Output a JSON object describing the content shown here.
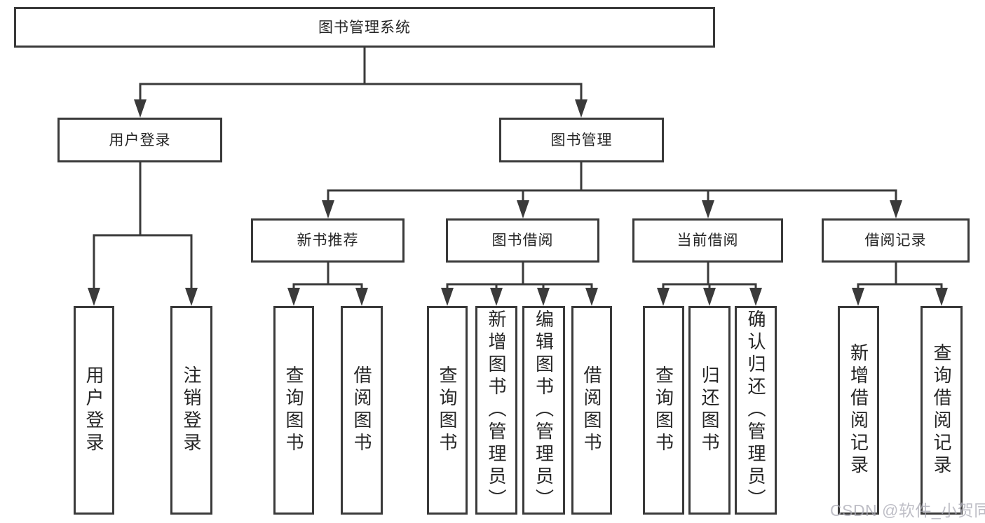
{
  "diagram": {
    "root": {
      "label": "图书管理系统",
      "children": [
        {
          "label": "用户登录",
          "children": [
            {
              "label": "用户登录"
            },
            {
              "label": "注销登录"
            }
          ]
        },
        {
          "label": "图书管理",
          "children": [
            {
              "label": "新书推荐",
              "children": [
                {
                  "label": "查询图书"
                },
                {
                  "label": "借阅图书"
                }
              ]
            },
            {
              "label": "图书借阅",
              "children": [
                {
                  "label": "查询图书"
                },
                {
                  "label": "新增图书（管理员）"
                },
                {
                  "label": "编辑图书（管理员）"
                },
                {
                  "label": "借阅图书"
                }
              ]
            },
            {
              "label": "当前借阅",
              "children": [
                {
                  "label": "查询图书"
                },
                {
                  "label": "归还图书"
                },
                {
                  "label": "确认归还（管理员）"
                }
              ]
            },
            {
              "label": "借阅记录",
              "children": [
                {
                  "label": "新增借阅记录"
                },
                {
                  "label": "查询借阅记录"
                }
              ]
            }
          ]
        }
      ]
    }
  },
  "watermark": {
    "text": "CSDN @软件_小贺同学"
  },
  "colors": {
    "line": "#3a3a3a",
    "box_border": "#3a3a3a",
    "text": "#262626",
    "watermark": "#a9a9b4",
    "background": "#ffffff"
  }
}
